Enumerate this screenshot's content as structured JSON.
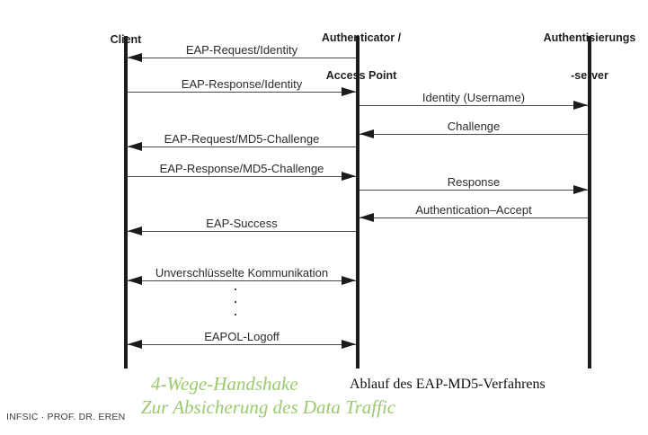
{
  "colors": {
    "lifeline": "#1c1c1c",
    "arrow_line": "#4a4a4a",
    "label_text": "#2b2b2b",
    "note_green": "#9bc96e",
    "caption_text": "#111111"
  },
  "diagram": {
    "actors": [
      {
        "id": "client",
        "lines": [
          "Client"
        ]
      },
      {
        "id": "authenticator-access-point",
        "lines": [
          "Authenticator /",
          "Access Point"
        ]
      },
      {
        "id": "authentication-server",
        "lines": [
          "Authentisierungs",
          "-server"
        ]
      }
    ],
    "messages": [
      {
        "label": "EAP-Request/Identity",
        "from": "authenticator-access-point",
        "to": "client",
        "direction": "left"
      },
      {
        "label": "EAP-Response/Identity",
        "from": "client",
        "to": "authenticator-access-point",
        "direction": "right"
      },
      {
        "label": "Identity (Username)",
        "from": "authenticator-access-point",
        "to": "authentication-server",
        "direction": "right"
      },
      {
        "label": "Challenge",
        "from": "authentication-server",
        "to": "authenticator-access-point",
        "direction": "left"
      },
      {
        "label": "EAP-Request/MD5-Challenge",
        "from": "authenticator-access-point",
        "to": "client",
        "direction": "left"
      },
      {
        "label": "EAP-Response/MD5-Challenge",
        "from": "client",
        "to": "authenticator-access-point",
        "direction": "right"
      },
      {
        "label": "Response",
        "from": "authenticator-access-point",
        "to": "authentication-server",
        "direction": "right"
      },
      {
        "label": "Authentication–Accept",
        "from": "authentication-server",
        "to": "authenticator-access-point",
        "direction": "left"
      },
      {
        "label": "EAP-Success",
        "from": "authenticator-access-point",
        "to": "client",
        "direction": "left"
      },
      {
        "label": "Unverschlüsselte Kommunikation",
        "from": "client",
        "to": "authenticator-access-point",
        "direction": "both"
      },
      {
        "label": "EAPOL-Logoff",
        "from": "client",
        "to": "authenticator-access-point",
        "direction": "both"
      }
    ],
    "ellipsis_dot": "."
  },
  "annotations": {
    "caption": "Ablauf des EAP-MD5-Verfahrens",
    "green_note_line1": "4-Wege-Handshake",
    "green_note_line2": "Zur Absicherung des Data Traffic"
  },
  "footer": {
    "label": "INFSIC · PROF. DR. EREN"
  }
}
